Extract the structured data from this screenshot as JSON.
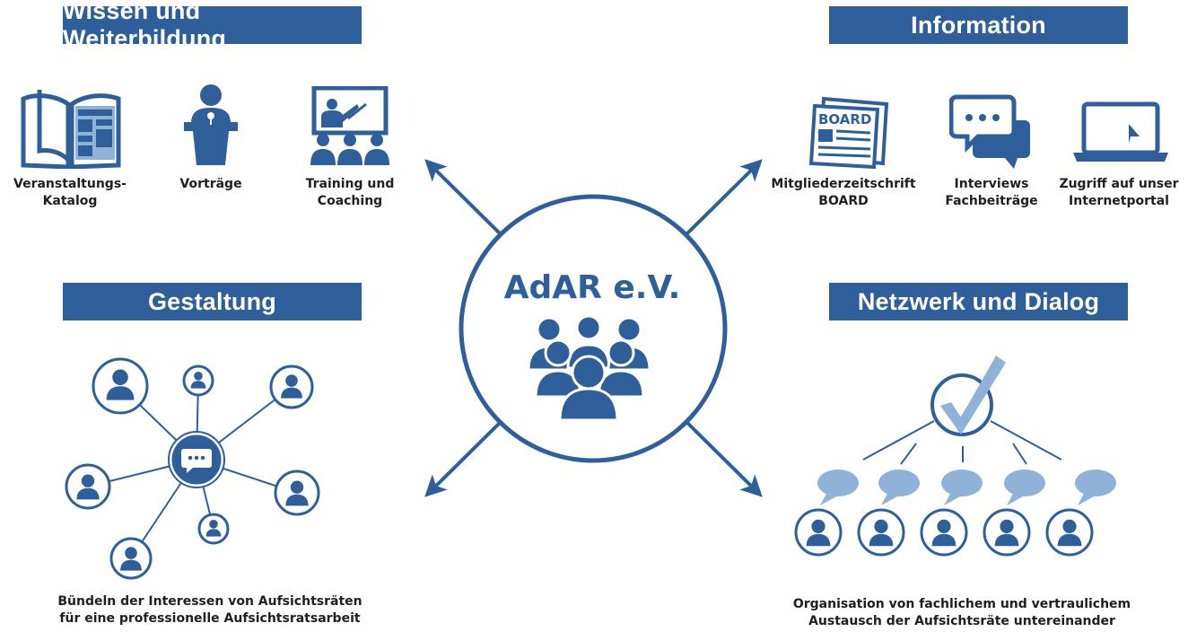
{
  "colors": {
    "primary": "#2f5f9a",
    "light": "#8fb2d9"
  },
  "center": {
    "title": "AdAR e.V.",
    "icon": "group-people-icon"
  },
  "sections": {
    "wissen": {
      "title": "Wissen und Weiterbildung",
      "items": [
        {
          "icon": "open-book-icon",
          "line1": "Veranstaltungs-",
          "line2": "Katalog"
        },
        {
          "icon": "speaker-podium-icon",
          "line1": "Vorträge",
          "line2": ""
        },
        {
          "icon": "presentation-audience-icon",
          "line1": "Training und",
          "line2": "Coaching"
        }
      ]
    },
    "information": {
      "title": "Information",
      "items": [
        {
          "icon": "newspaper-board-icon",
          "line1": "Mitgliederzeitschrift",
          "line2": "BOARD",
          "badge": "BOARD"
        },
        {
          "icon": "chat-bubbles-icon",
          "line1": "Interviews",
          "line2": "Fachbeiträge"
        },
        {
          "icon": "laptop-play-icon",
          "line1": "Zugriff auf unser",
          "line2": "Internetportal"
        }
      ]
    },
    "gestaltung": {
      "title": "Gestaltung",
      "icon": "network-hub-icon",
      "line1": "Bündeln der Interessen von Aufsichtsräten",
      "line2": "für eine professionelle Aufsichtsratsarbeit"
    },
    "netzwerk": {
      "title": "Netzwerk und Dialog",
      "icon": "checkmark-dialog-icon",
      "line1": "Organisation von fachlichem und vertraulichem",
      "line2": "Austausch der Aufsichtsräte untereinander"
    }
  }
}
